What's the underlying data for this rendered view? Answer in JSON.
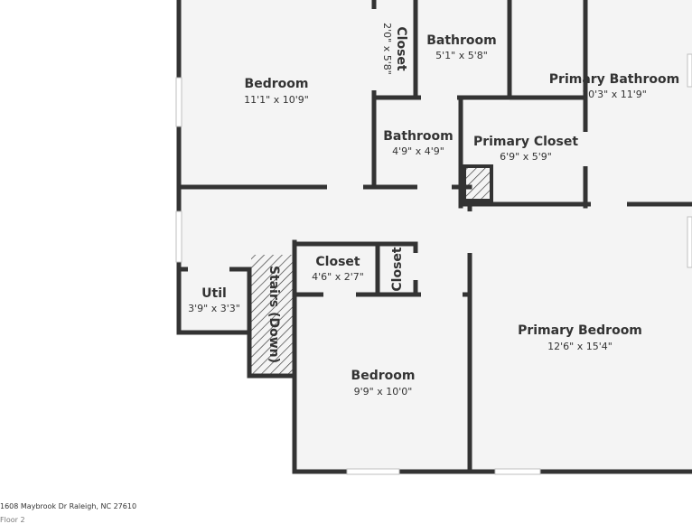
{
  "colors": {
    "wall": "#333333",
    "floor": "#f4f4f4",
    "window": "#bfbfbf",
    "background": "#ffffff"
  },
  "rooms": {
    "bedroom_nw": {
      "name": "Bedroom",
      "dims": "11'1\" x 10'9\""
    },
    "closet_north": {
      "name": "Closet",
      "dims": "2'0\" x 5'8\""
    },
    "bathroom_north": {
      "name": "Bathroom",
      "dims": "5'1\" x 5'8\""
    },
    "primary_bathroom": {
      "name": "Primary Bathroom",
      "dims": "10'3\" x 11'9\""
    },
    "bathroom_mid": {
      "name": "Bathroom",
      "dims": "4'9\" x 4'9\""
    },
    "primary_closet": {
      "name": "Primary Closet",
      "dims": "6'9\" x 5'9\""
    },
    "closet_hall": {
      "name": "Closet",
      "dims": "4'6\" x 2'7\""
    },
    "closet_small": {
      "name": "Closet"
    },
    "util": {
      "name": "Util",
      "dims": "3'9\" x 3'3\""
    },
    "stairs": {
      "name": "Stairs (Down)"
    },
    "bedroom_sw": {
      "name": "Bedroom",
      "dims": "9'9\" x 10'0\""
    },
    "primary_bedroom": {
      "name": "Primary Bedroom",
      "dims": "12'6\" x 15'4\""
    }
  },
  "footer": {
    "address": "1608 Maybrook Dr Raleigh, NC 27610",
    "floor_label": "Floor 2"
  }
}
